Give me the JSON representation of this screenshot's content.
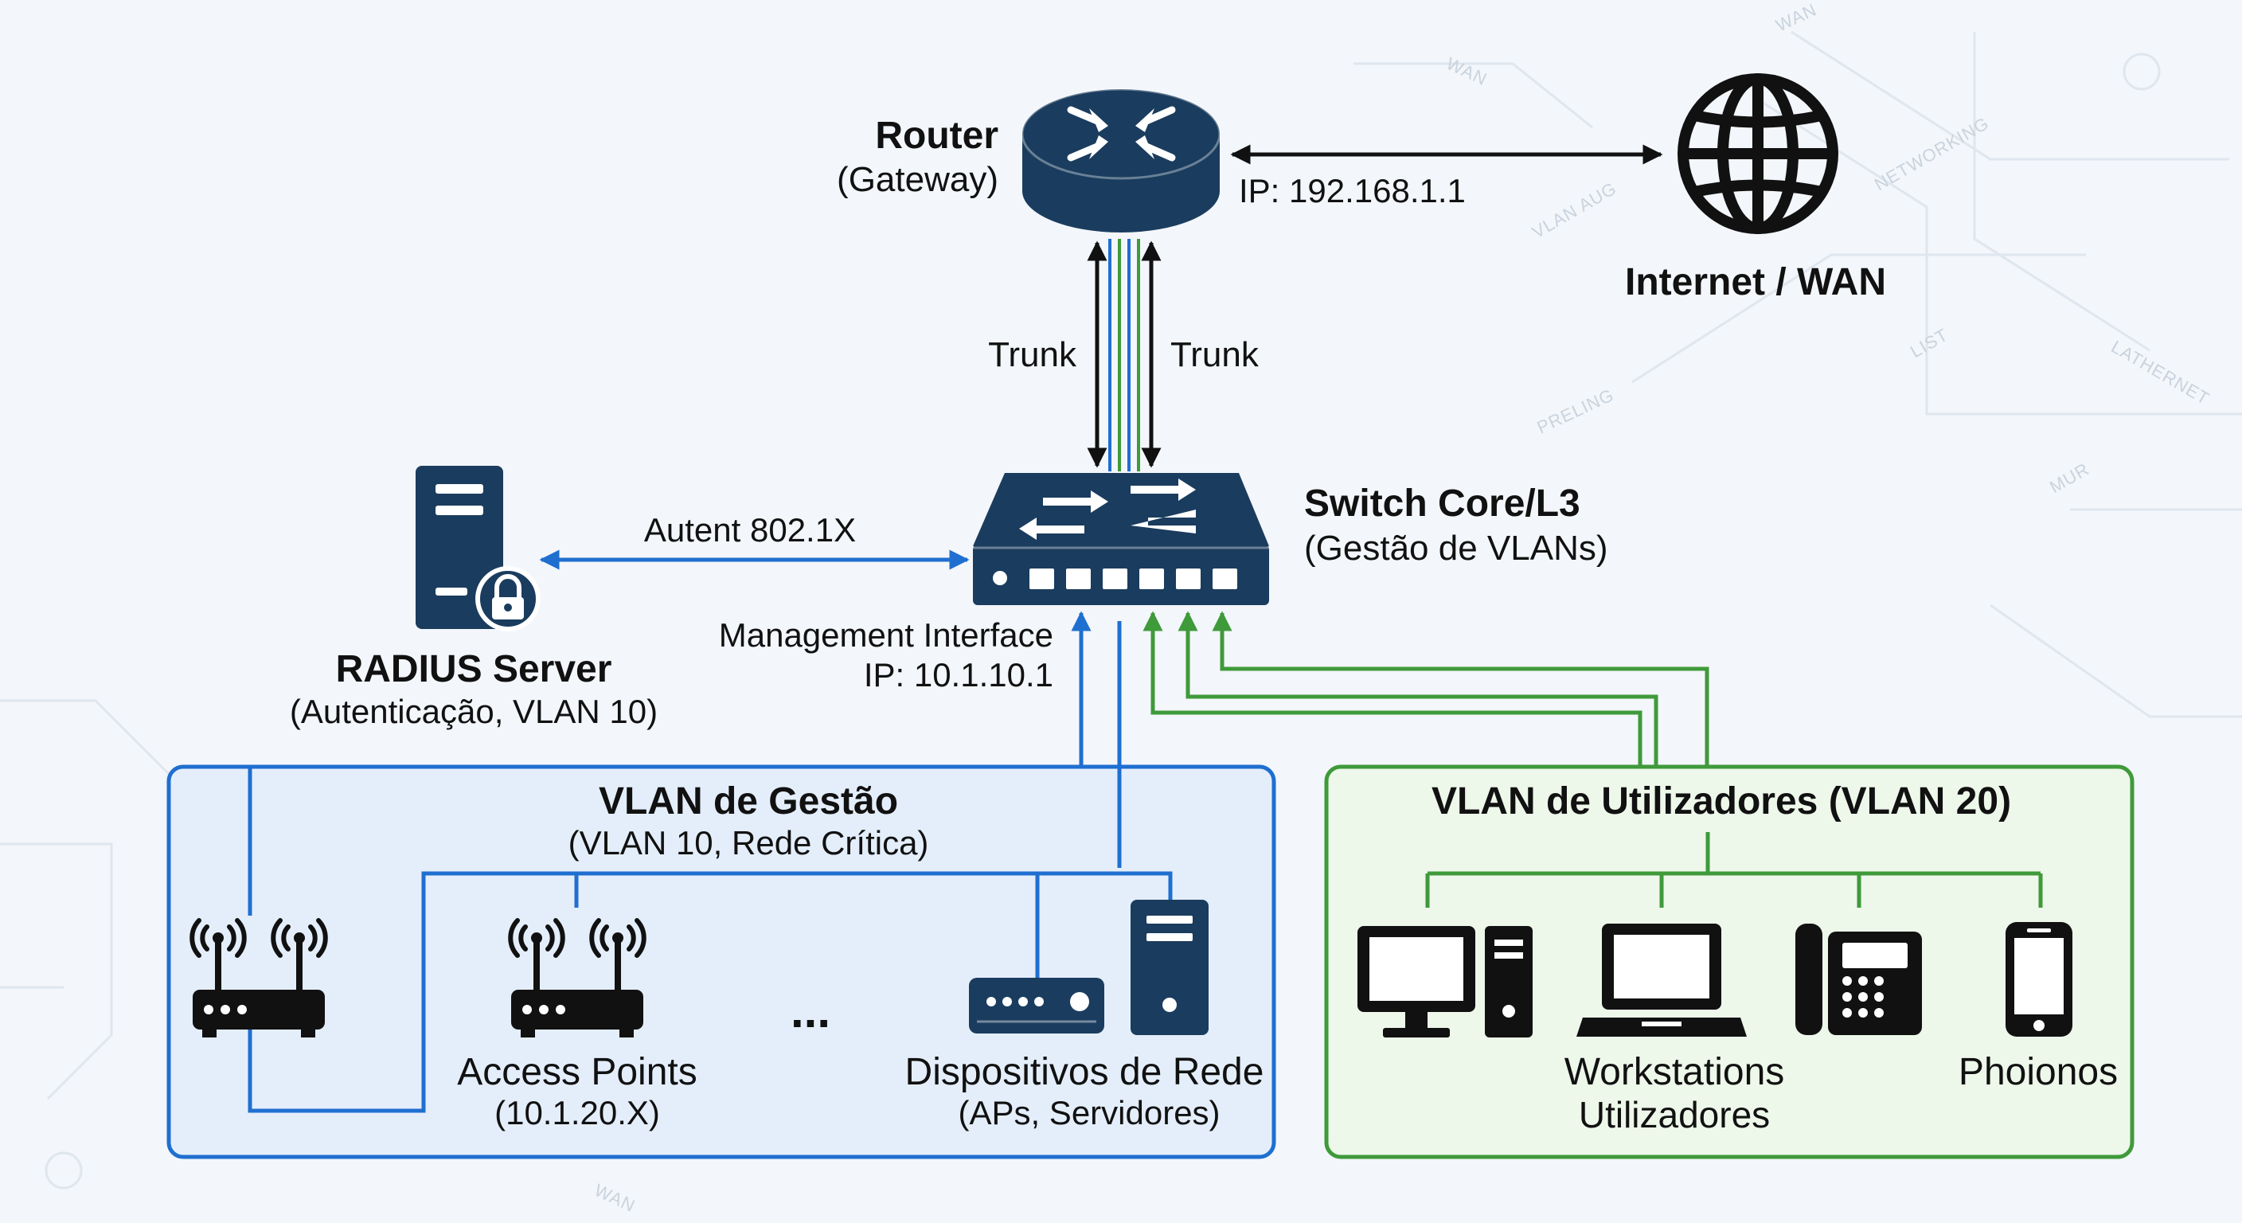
{
  "colors": {
    "background": "#f3f6fa",
    "router_navy": "#1a3c5e",
    "mgmt_blue": "#1f6fd0",
    "mgmt_fill": "#e4eefb",
    "user_green": "#3f9a3a",
    "user_fill": "#edf7ea",
    "black": "#111111"
  },
  "router": {
    "title": "Router",
    "subtitle": "(Gateway)",
    "ip": "IP: 192.168.1.1"
  },
  "internet": {
    "label": "Internet / WAN",
    "icon": "globe-icon"
  },
  "trunk": {
    "left": "Trunk",
    "right": "Trunk"
  },
  "switch": {
    "title": "Switch Core/L3",
    "subtitle": "(Gestão de VLANs)"
  },
  "radius": {
    "title": "RADIUS Server",
    "subtitle": "(Autenticação, VLAN 10)",
    "link_label": "Autent 802.1X"
  },
  "management": {
    "line1": "Management Interface",
    "line2": "IP: 10.1.10.1"
  },
  "vlan_mgmt": {
    "title": "VLAN de Gestão",
    "subtitle": "(VLAN 10, Rede Crítica)",
    "ellipsis": "...",
    "access_points": {
      "label": "Access Points",
      "sublabel": "(10.1.20.X)"
    },
    "devices": {
      "label": "Dispositivos de Rede",
      "sublabel": "(APs, Servidores)"
    }
  },
  "vlan_users": {
    "title": "VLAN de Utilizadores (VLAN 20)",
    "workstations": {
      "label": "Workstations",
      "sublabel": "Utilizadores"
    },
    "phones": {
      "label": "Phoionos"
    }
  },
  "background_words": [
    "WAN",
    "WAN",
    "VLAN AUG",
    "NETWORKING",
    "PRELING",
    "LIST",
    "LATHERNET",
    "MUR",
    "WAN"
  ]
}
